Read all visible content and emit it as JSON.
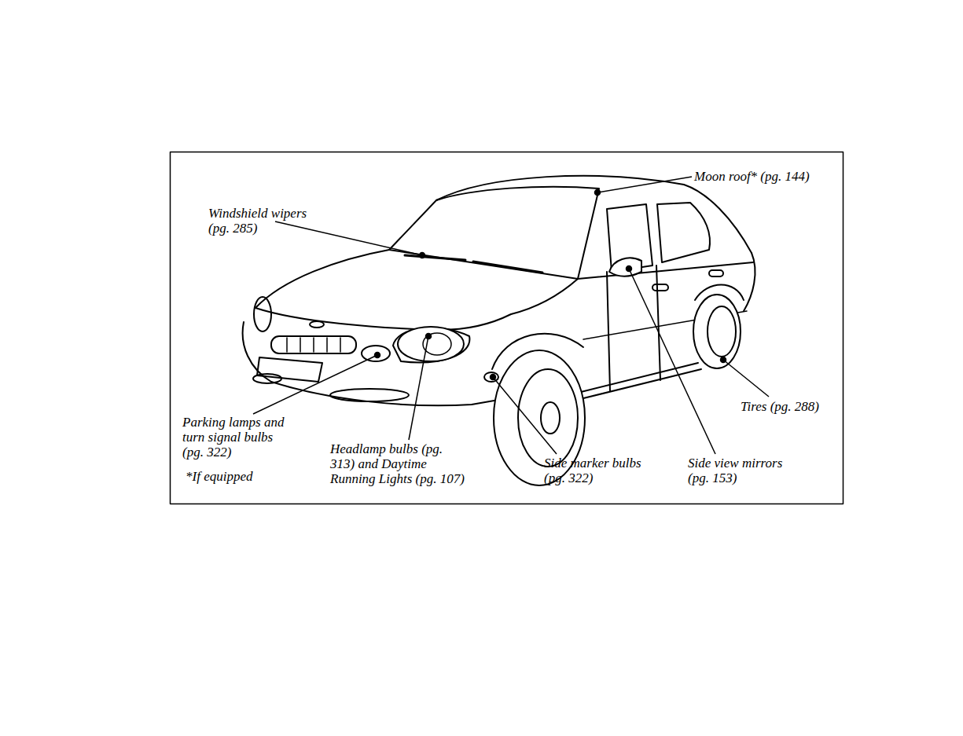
{
  "diagram": {
    "labels": [
      "Moon roof* (pg. 144)",
      "Windshield wipers (pg. 285)",
      "Parking lamps and turn signal bulbs (pg. 322)",
      "*If equipped",
      "Headlamp bulbs (pg. 313) and Daytime Running Lights (pg. 107)",
      "Side marker bulbs (pg. 322)",
      "Side view mirrors (pg. 153)",
      "Tires (pg. 288)"
    ]
  }
}
